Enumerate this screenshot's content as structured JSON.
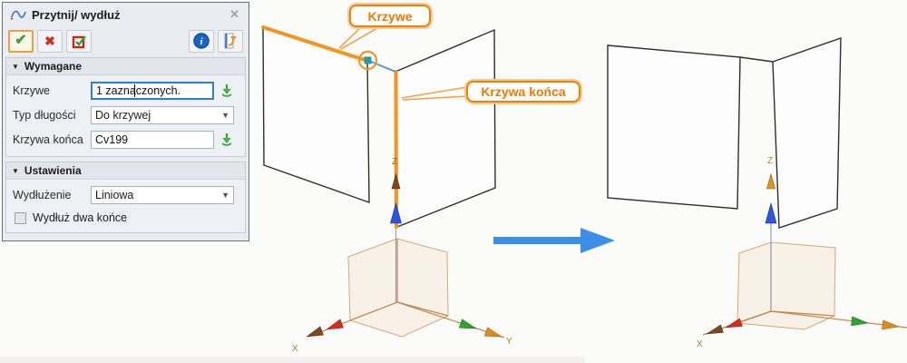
{
  "dialog": {
    "title": "Przytnij/ wydłuż",
    "icons": {
      "close": "✕",
      "collapse": "▼",
      "dropdown": "▼",
      "info": "i"
    },
    "required": {
      "header": "Wymagane",
      "curves_label": "Krzywe",
      "curves_value": "1 zaznaczonych.",
      "length_type_label": "Typ długości",
      "length_type_value": "Do krzywej",
      "end_curve_label": "Krzywa końca",
      "end_curve_value": "Cv199"
    },
    "settings": {
      "header": "Ustawienia",
      "extension_label": "Wydłużenie",
      "extension_value": "Liniowa",
      "checkbox_label": "Wydłuż dwa końce",
      "checkbox_checked": false
    }
  },
  "viewport": {
    "callouts": {
      "curves": "Krzywe",
      "end_curve": "Krzywa końca"
    },
    "axes": {
      "x": "X",
      "y": "Y",
      "z": "Z"
    },
    "colors": {
      "selected_curve": "#F5941E",
      "edge": "#2F2F2F",
      "highlight_point": "#2C96A8",
      "link_blue": "#4D9BE8",
      "transition_arrow": "#3B8FE8"
    }
  }
}
